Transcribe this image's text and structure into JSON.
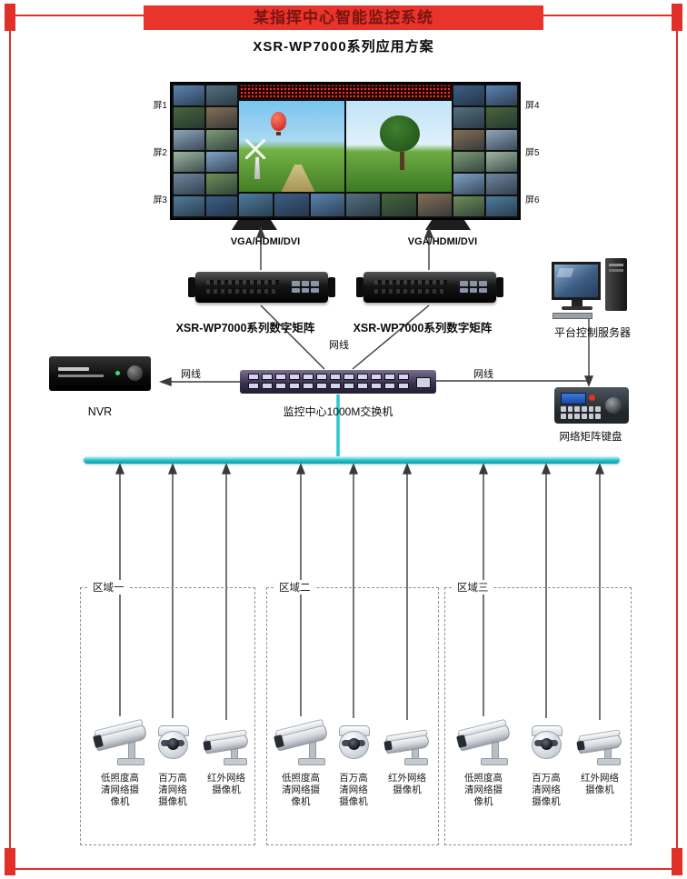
{
  "header": {
    "title": "某指挥中心智能监控系统",
    "subtitle": "XSR-WP7000系列应用方案"
  },
  "wall": {
    "screens": {
      "left": [
        "屏1",
        "屏2",
        "屏3"
      ],
      "right": [
        "屏4",
        "屏5",
        "屏6"
      ]
    }
  },
  "labels": {
    "vga_left": "VGA/HDMI/DVI",
    "vga_right": "VGA/HDMI/DVI",
    "cable_mid": "网线",
    "cable_left": "网线",
    "cable_right": "网线",
    "matrix_left": "XSR-WP7000系列数字矩阵",
    "matrix_right": "XSR-WP7000系列数字矩阵",
    "server": "平台控制服务器",
    "switch": "监控中心1000M交换机",
    "nvr": "NVR",
    "keyboard": "网络矩阵键盘"
  },
  "colors": {
    "frame_red": "#e03028",
    "bus_cyan": "#2cc7cf"
  },
  "zones": [
    {
      "name": "区域一",
      "cameras": [
        "低照度高\n清网络摄\n像机",
        "百万高\n清网络\n摄像机",
        "红外网络\n摄像机"
      ]
    },
    {
      "name": "区域二",
      "cameras": [
        "低照度高\n清网络摄\n像机",
        "百万高\n清网络\n摄像机",
        "红外网络\n摄像机"
      ]
    },
    {
      "name": "区域三",
      "cameras": [
        "低照度高\n清网络摄\n像机",
        "百万高\n清网络\n摄像机",
        "红外网络\n摄像机"
      ]
    }
  ]
}
